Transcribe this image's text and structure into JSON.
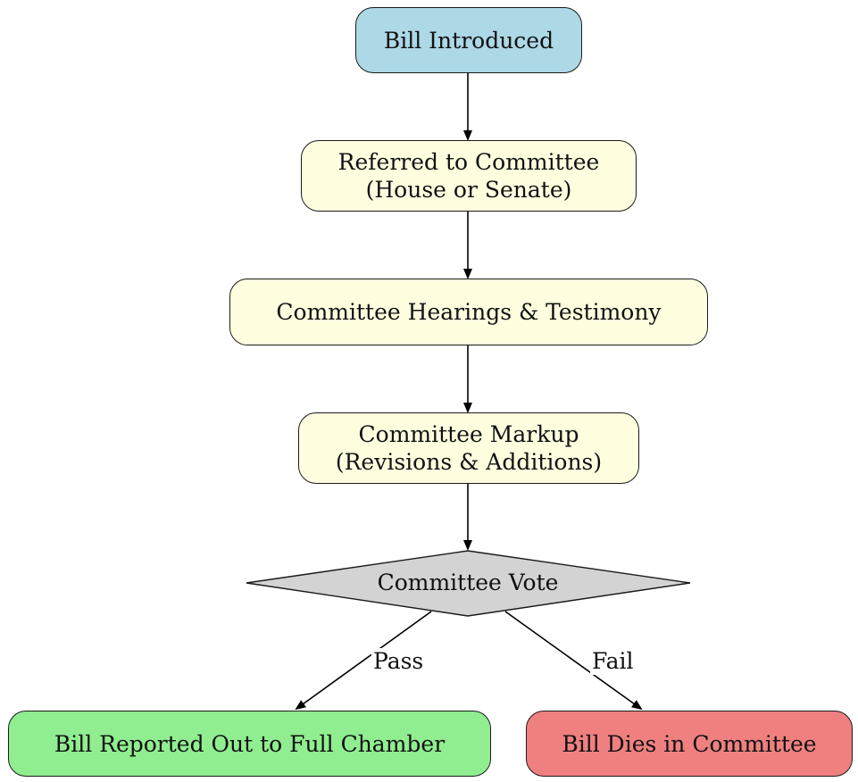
{
  "colors": {
    "start": "#add8e6",
    "step": "#ffffe0",
    "decision": "#d3d3d3",
    "pass": "#90ee90",
    "fail": "#f08080",
    "stroke": "#1a1a1a"
  },
  "nodes": {
    "introduced": {
      "lines": [
        "Bill Introduced"
      ]
    },
    "referred": {
      "lines": [
        "Referred to Committee",
        "(House or Senate)"
      ]
    },
    "hearings": {
      "lines": [
        "Committee Hearings & Testimony"
      ]
    },
    "markup": {
      "lines": [
        "Committee Markup",
        "(Revisions & Additions)"
      ]
    },
    "vote": {
      "label": "Committee Vote"
    },
    "reported": {
      "lines": [
        "Bill Reported Out to Full Chamber"
      ]
    },
    "dies": {
      "lines": [
        "Bill Dies in Committee"
      ]
    }
  },
  "edges": {
    "pass_label": "Pass",
    "fail_label": "Fail"
  }
}
